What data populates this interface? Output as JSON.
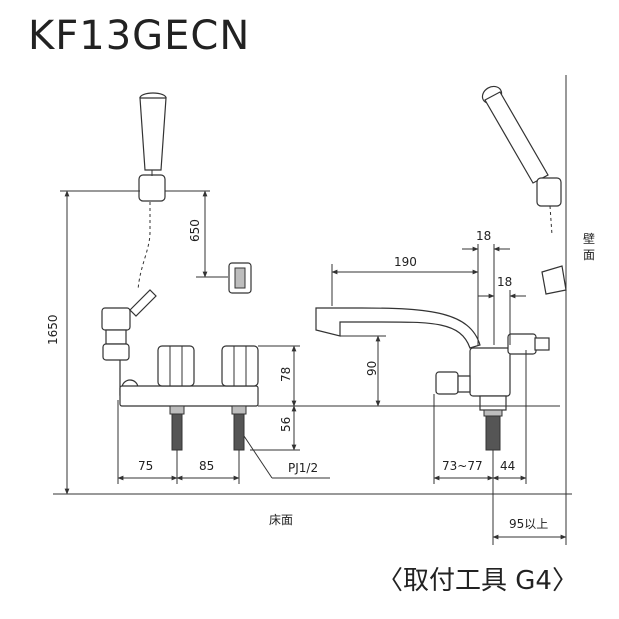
{
  "model": "KF13GECN",
  "fixture_label": "〈取付工具 G4〉",
  "dimensions": {
    "total_height": "1650",
    "hanger_drop": "650",
    "spout_reach": "190",
    "offset_top": "18",
    "offset_mid": "18",
    "spout_height": "90",
    "handle_height": "78",
    "body_height": "56",
    "left_spacing": "75",
    "center_spacing": "85",
    "adjust_range": "73~77",
    "wall_offset": "44",
    "wall_min": "95以上",
    "pipe_thread": "PJ1/2"
  },
  "labels": {
    "floor": "床面",
    "wall": "壁面"
  }
}
